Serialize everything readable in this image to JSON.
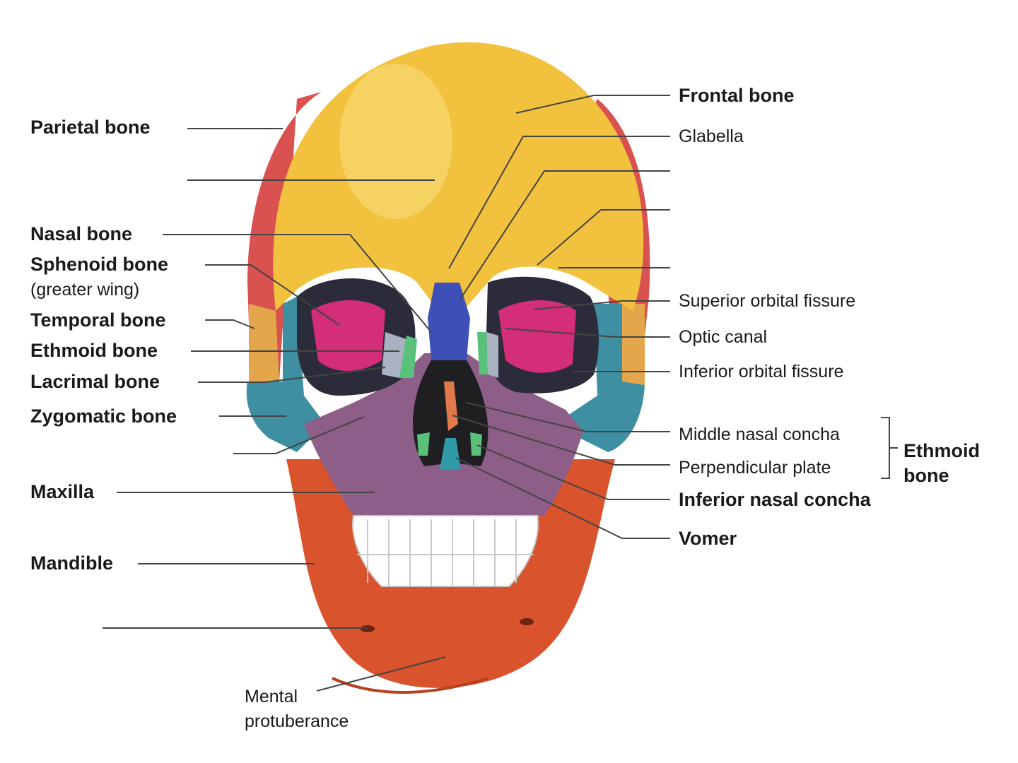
{
  "labels": {
    "parietal": "Parietal bone",
    "nasal": "Nasal bone",
    "sphenoid": "Sphenoid bone",
    "sphenoid_sub": "(greater wing)",
    "temporal": "Temporal bone",
    "ethmoid": "Ethmoid bone",
    "lacrimal": "Lacrimal bone",
    "zygomatic": "Zygomatic bone",
    "maxilla": "Maxilla",
    "mandible": "Mandible",
    "mental_1": "Mental",
    "mental_2": "protuberance",
    "frontal": "Frontal bone",
    "glabella": "Glabella",
    "sup_orbital": "Superior orbital fissure",
    "optic": "Optic canal",
    "inf_orbital": "Inferior orbital fissure",
    "mid_concha": "Middle nasal concha",
    "perp_plate": "Perpendicular plate",
    "ethmoid_group_1": "Ethmoid",
    "ethmoid_group_2": "bone",
    "inf_concha": "Inferior nasal concha",
    "vomer": "Vomer"
  },
  "colors": {
    "frontal": "#f2c23e",
    "parietal": "#d9524f",
    "temporal": "#e3a64a",
    "sphenoid": "#d42d7a",
    "zygomatic": "#3f8fa3",
    "maxilla": "#8d5e88",
    "mandible": "#d9532c",
    "nasal": "#3e4fb8",
    "ethmoid": "#58c27a",
    "lacrimal": "#a9b2c2",
    "vomer": "#2f9aa8",
    "teeth": "#ffffff",
    "leader": "#444444"
  }
}
